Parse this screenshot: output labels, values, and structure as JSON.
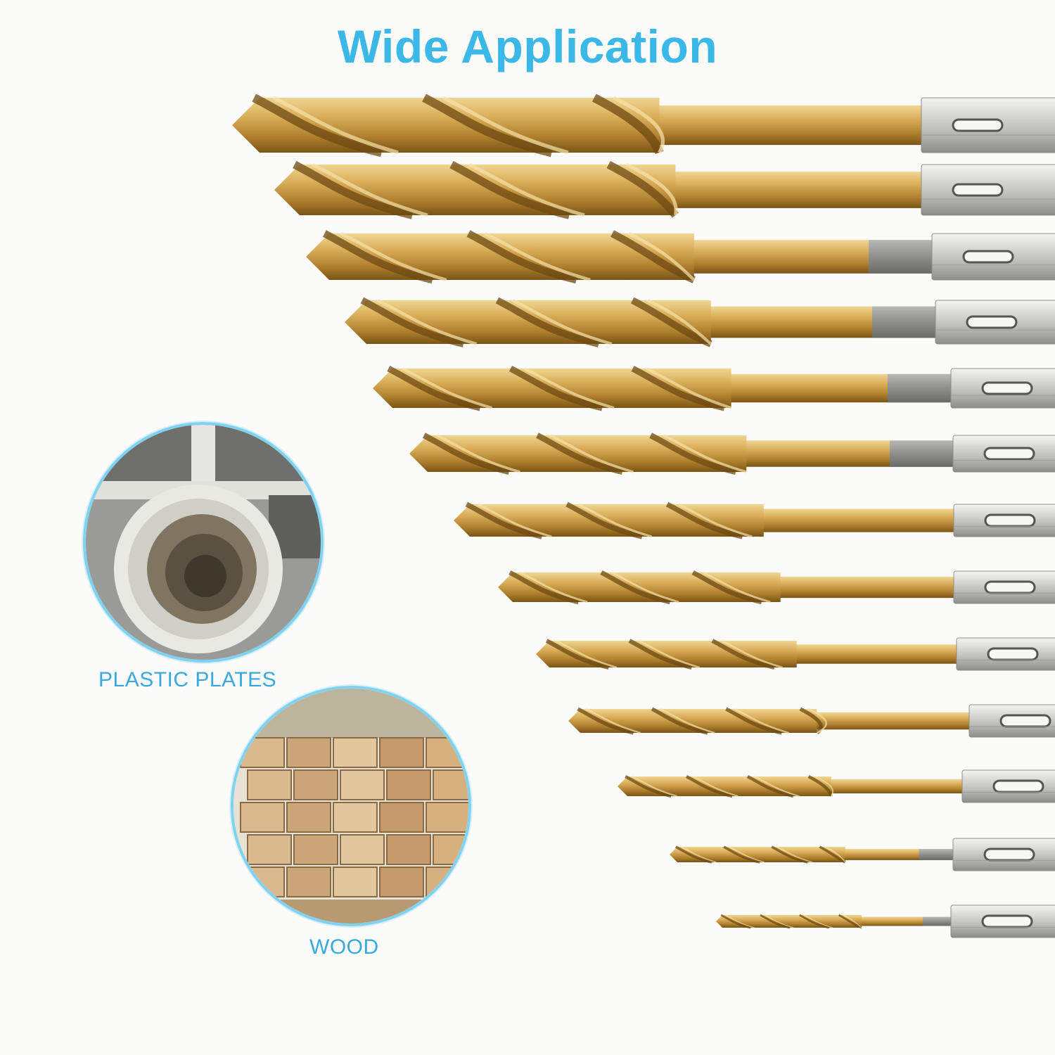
{
  "title": "Wide Application",
  "materials": [
    {
      "label": "PLASTIC PLATES",
      "icon": "plastic-pipe-photo"
    },
    {
      "label": "WOOD",
      "icon": "wood-stack-photo"
    }
  ],
  "drill_bits": {
    "count": 13,
    "colors": {
      "flute": "#c79a45",
      "shank_silver": "#cfcfcc",
      "title": "#3cb8e8"
    }
  }
}
